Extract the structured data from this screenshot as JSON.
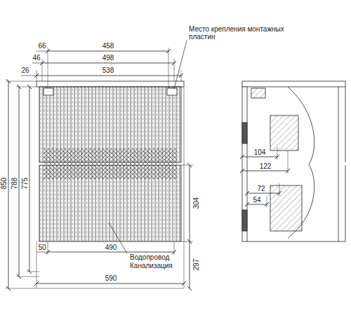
{
  "diagram": {
    "labels": [
      "Место крепления монтажных пластин",
      "66",
      "458",
      "46",
      "498",
      "26",
      "538",
      "850",
      "788",
      "775",
      "304",
      "297",
      "50",
      "490",
      "Водопровод",
      "Канализация",
      "590",
      "104",
      "122",
      "72",
      "54"
    ]
  }
}
